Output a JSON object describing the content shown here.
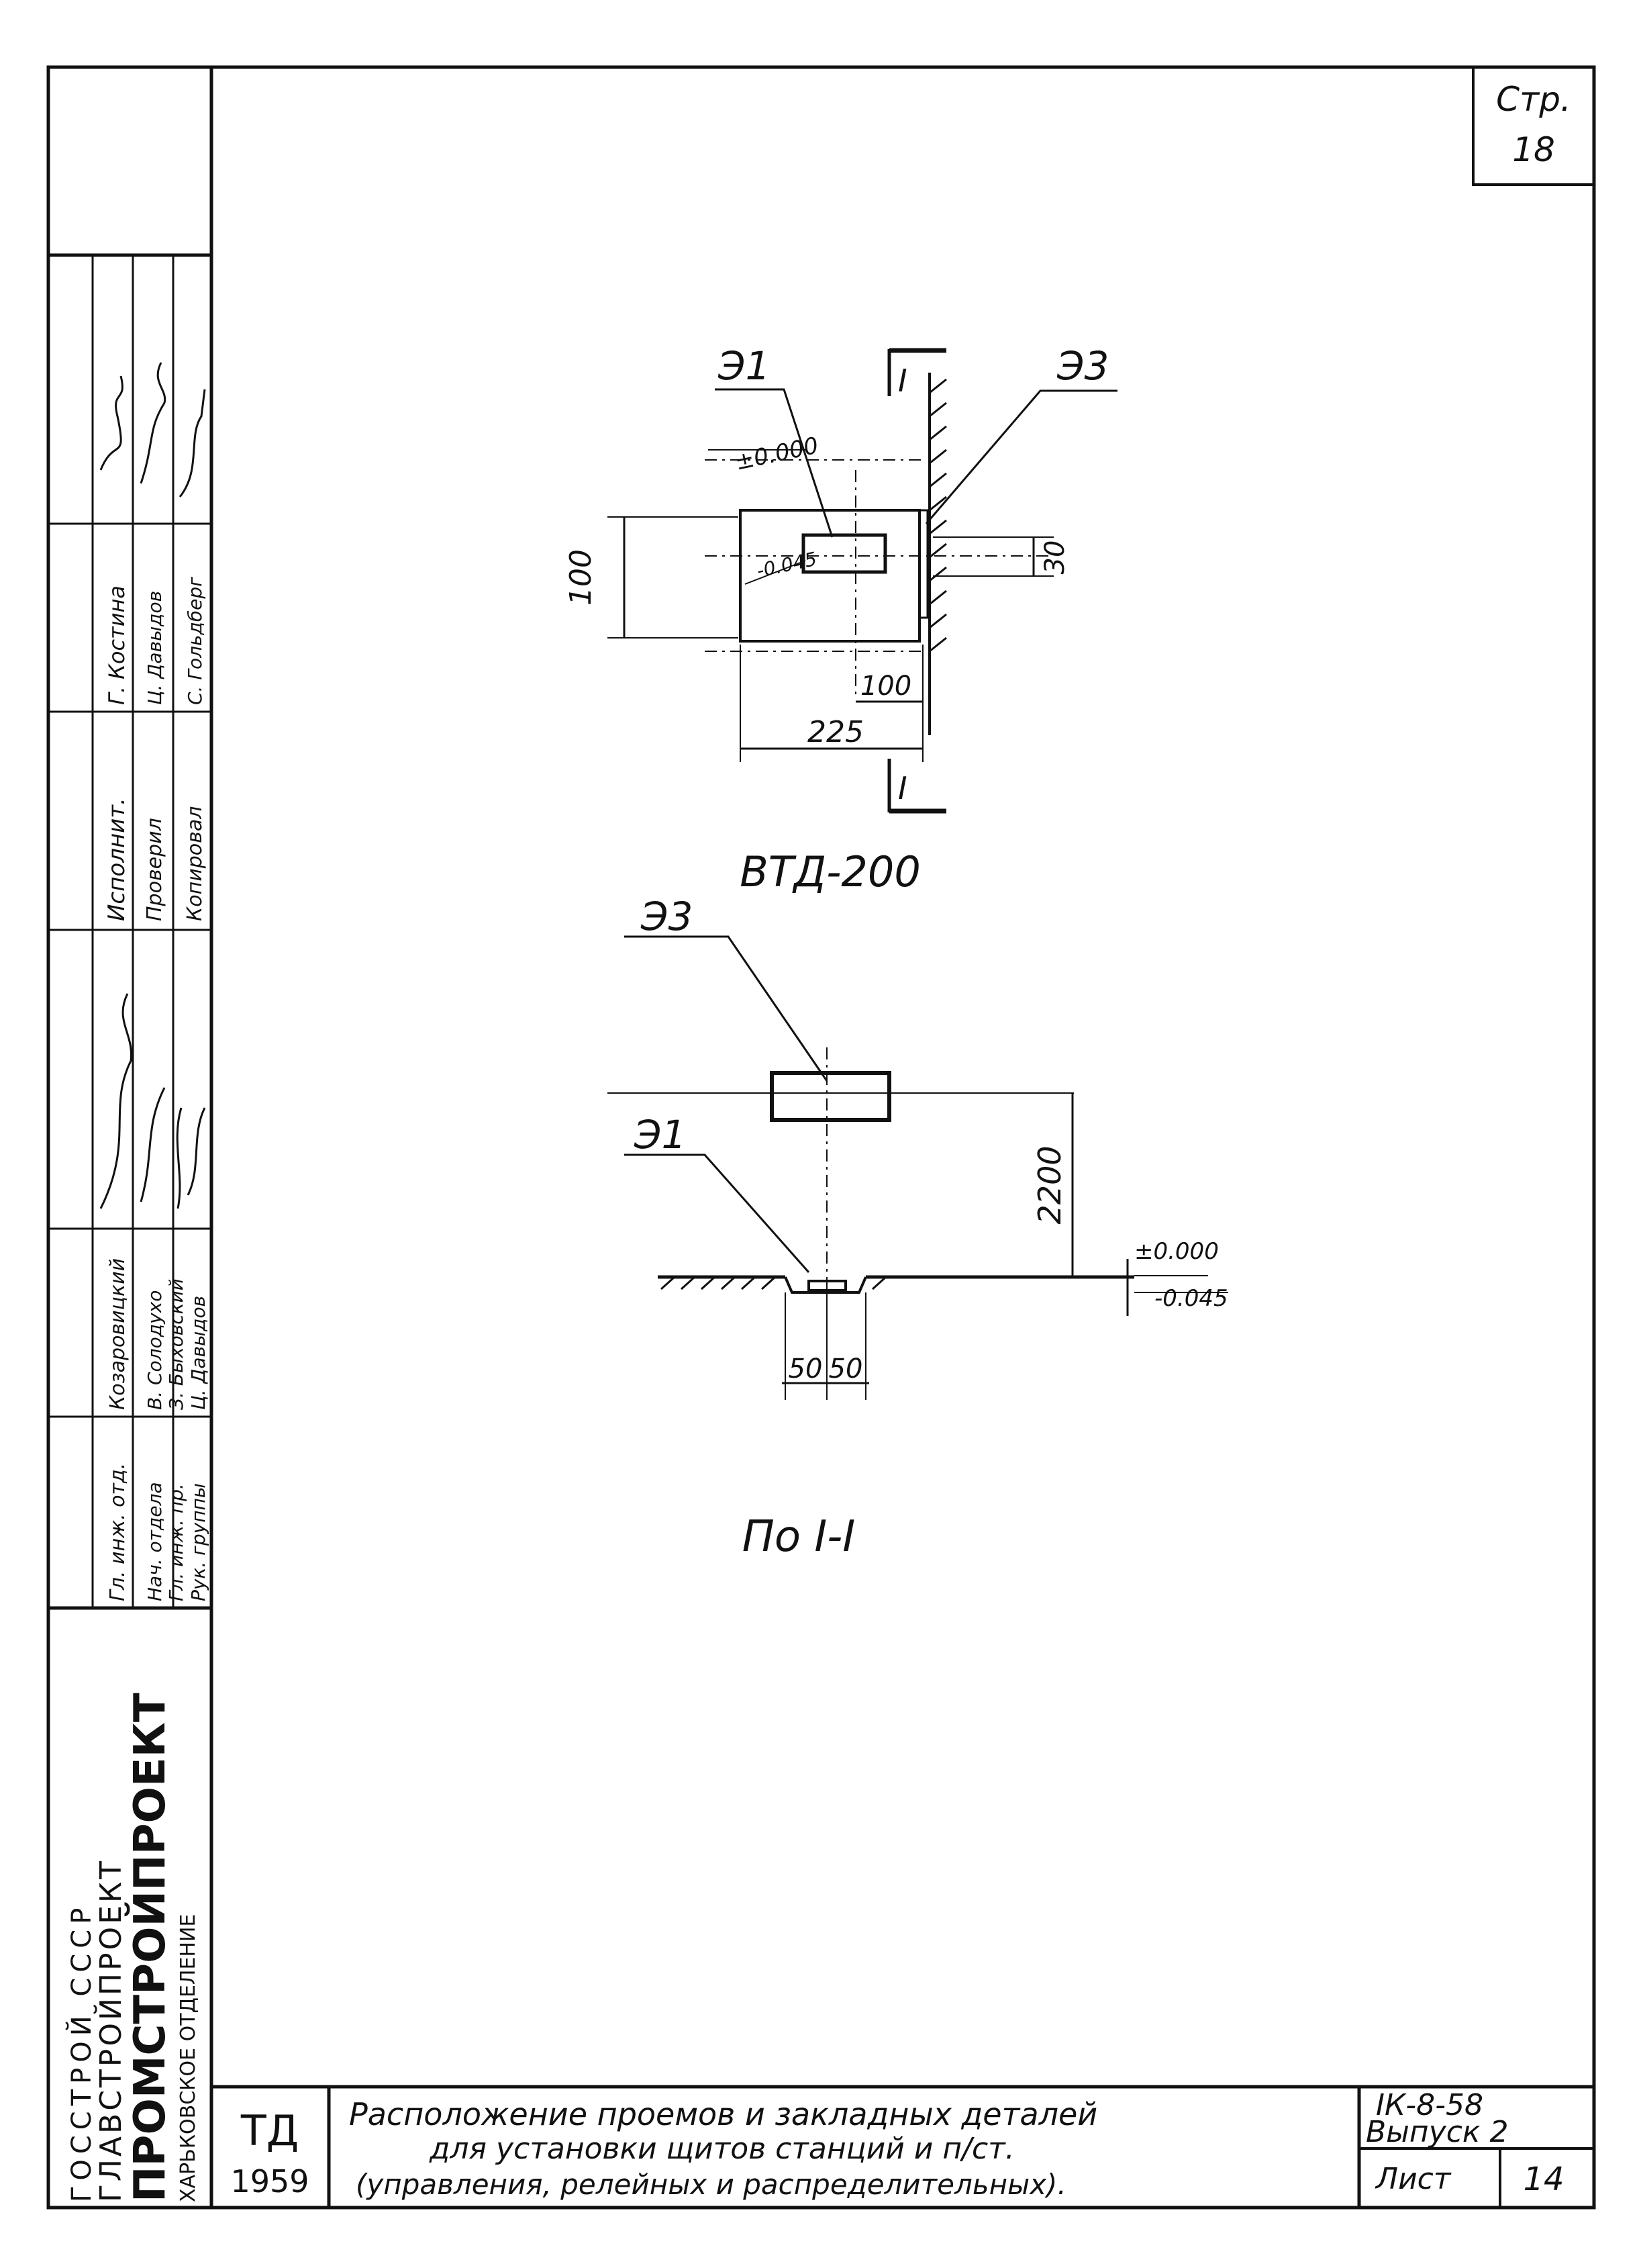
{
  "page_corner": {
    "label": "Стр.",
    "number": "18"
  },
  "view_top": {
    "title": "ВТД-200",
    "callout_e1": "Э1",
    "callout_e3": "Э3",
    "section_mark_top": "I",
    "section_mark_bottom": "I",
    "level_top": "±0.000",
    "level_bottom": "-0.045",
    "dim_100_vertical": "100",
    "dim_30": "30",
    "dim_100_horizontal": "100",
    "dim_225": "225"
  },
  "view_section": {
    "title": "По I-I",
    "callout_e3": "Э3",
    "callout_e1": "Э1",
    "dim_2200": "2200",
    "level_top": "±0.000",
    "level_bottom": "-0.045",
    "dim_50_left": "50",
    "dim_50_right": "50"
  },
  "left_block": {
    "org_line1": "ГОССТРОЙ СССР",
    "org_line2": "ГЛАВСТРОЙПРОЕКТ",
    "org_line3": "ПРОМСТРОЙПРОЕКТ",
    "org_line4": "ХАРЬКОВСКОЕ ОТДЕЛЕНИЕ",
    "roles_a": [
      "Гл. инж. отд.",
      "Нач. отдела",
      "Гл. инж. пр.",
      "Рук. группы"
    ],
    "names_a": [
      "Козаровицкий",
      "В. Солодухо",
      "З. Быховский",
      "Ц. Давыдов"
    ],
    "roles_b": [
      "Исполнит.",
      "Проверил",
      "Копировал"
    ],
    "names_b": [
      "Г. Костина",
      "Ц. Давыдов",
      "С. Гольдберг"
    ]
  },
  "title_block": {
    "org_code": "ТД",
    "year": "1959",
    "title_line1": "Расположение проемов и закладных деталей",
    "title_line2": "для установки щитов станций и п/ст.",
    "title_line3": "(управления, релейных и распределительных).",
    "series": "IК-8-58",
    "issue": "Выпуск 2",
    "sheet_label": "Лист",
    "sheet_number": "14"
  }
}
